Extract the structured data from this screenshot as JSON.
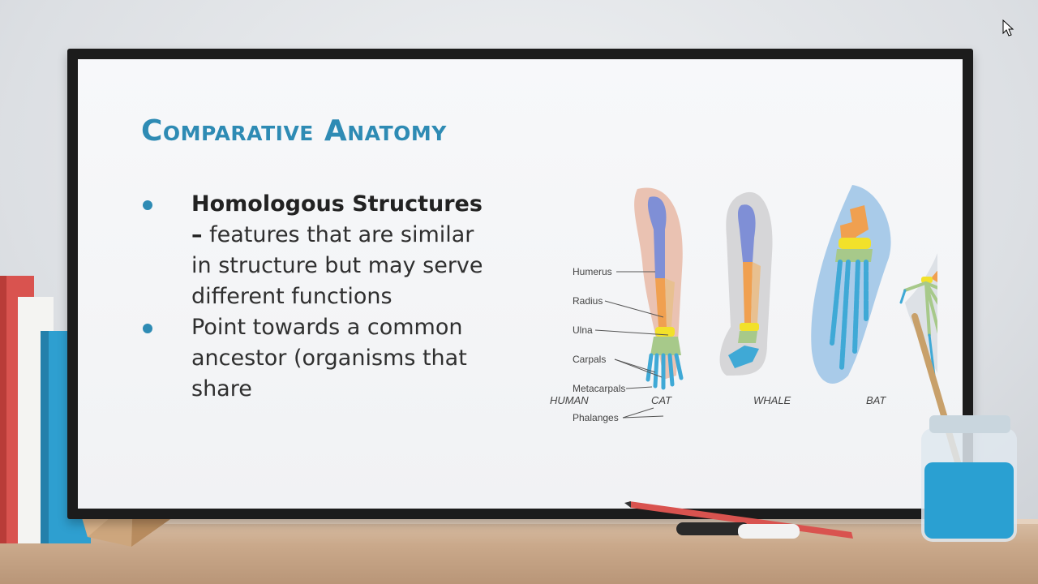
{
  "slide": {
    "title": "Comparative Anatomy",
    "bullets": [
      {
        "bold": "Homologous Structures –",
        "text": " features that are similar in structure but may serve different functions"
      },
      {
        "bold": "",
        "text": "Point towards a common ancestor (organisms that share"
      }
    ]
  },
  "diagram": {
    "bone_labels": [
      "Humerus",
      "Radius",
      "Ulna",
      "Carpals",
      "Metacarpals",
      "Phalanges"
    ],
    "animals": [
      "HUMAN",
      "CAT",
      "WHALE",
      "BAT"
    ]
  },
  "colors": {
    "title": "#2e8bb4",
    "humerus": "#7f8fd6",
    "radius_ulna": "#f0a050",
    "carpals": "#f2e12a",
    "metacarpals": "#a7c98a",
    "phalanges": "#3fa9d6"
  }
}
